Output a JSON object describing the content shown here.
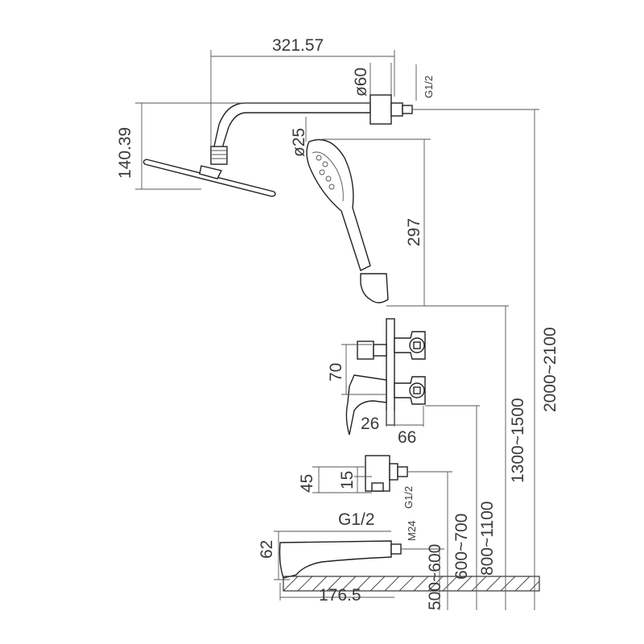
{
  "dimensions": {
    "arm_length": "321.57",
    "flange_dia": "ø60",
    "inlet_thread_top": "G1/2",
    "head_height": "140.39",
    "arm_dia": "ø25",
    "hand_shower_len": "297",
    "valve_spacing": "70",
    "valve_depth": "26",
    "plate_depth": "66",
    "outlet_45": "45",
    "outlet_15": "15",
    "outlet_thread": "G1/2",
    "outlet_thread_side": "G1/2",
    "spout_height": "62",
    "spout_thread": "M24",
    "spout_length": "176.5",
    "h_spout": "500~600",
    "h_outlet": "600~700",
    "h_valve": "800~1100",
    "h_handshower": "1300~1500",
    "h_showerhead": "2000~2100"
  }
}
